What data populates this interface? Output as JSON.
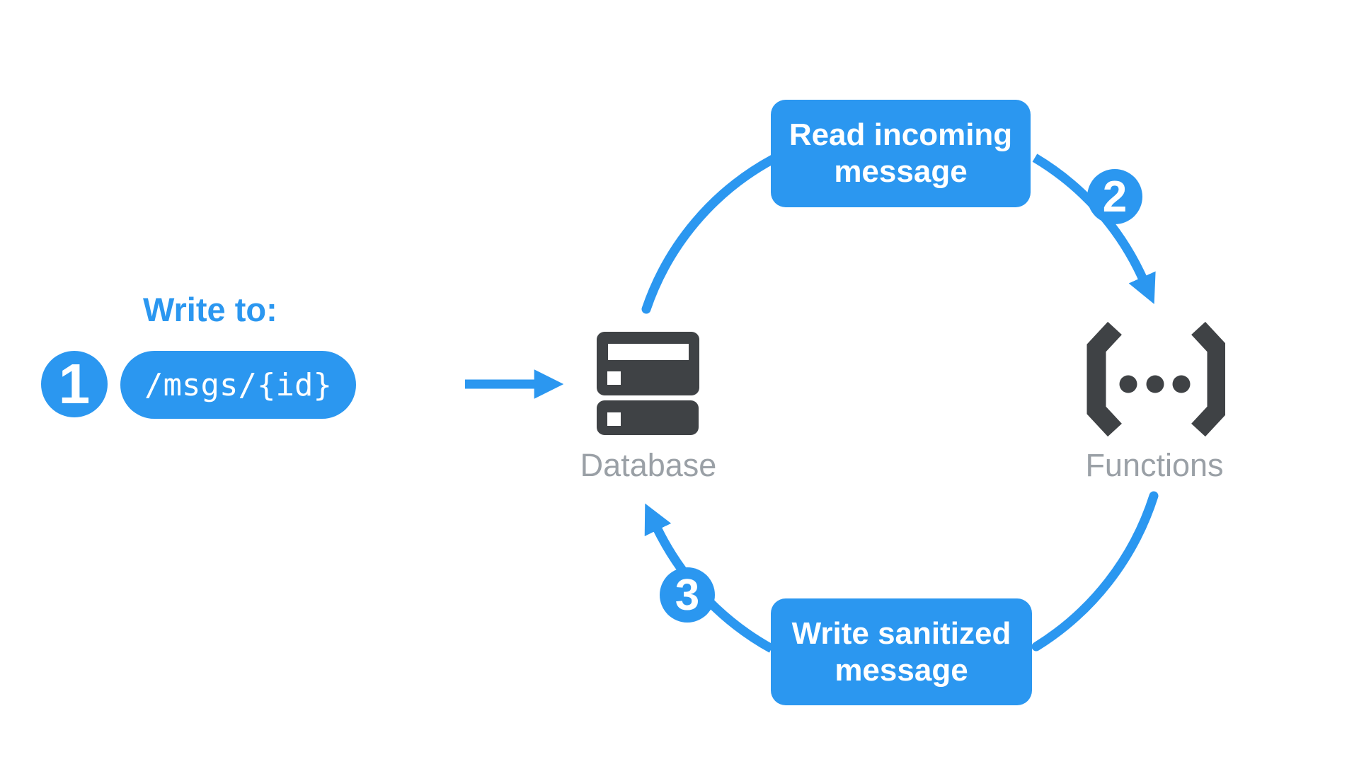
{
  "diagram": {
    "write_step": {
      "number": "1",
      "label": "Write to:",
      "path": "/msgs/{id}"
    },
    "cycle": {
      "read_box": {
        "line1": "Read incoming",
        "line2": "message"
      },
      "step2": {
        "number": "2"
      },
      "write_box": {
        "line1": "Write sanitized",
        "line2": "message"
      },
      "step3": {
        "number": "3"
      }
    },
    "nodes": {
      "database": {
        "label": "Database"
      },
      "functions": {
        "label": "Functions"
      }
    },
    "colors": {
      "accent_blue": "#2B97F0",
      "icon_dark": "#3F4245",
      "label_gray": "#9AA0A6",
      "text_white": "#FFFFFF",
      "background": "#FFFFFF"
    }
  }
}
